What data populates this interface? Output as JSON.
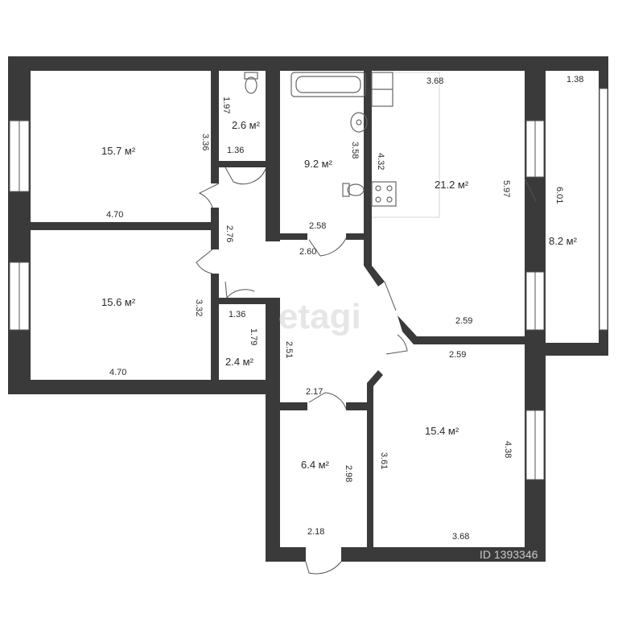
{
  "colors": {
    "wall": "#3a3a3a",
    "thin_line": "#555555",
    "window": "#ffffff",
    "watermark": "#c9c9c9"
  },
  "watermark": {
    "logo": "etagi",
    "id": "ID 1393346"
  },
  "rooms": {
    "room_1": {
      "area": "15.7 м²",
      "dim_w": "4.70",
      "dim_h": "3.36"
    },
    "wc": {
      "area": "2.6 м²",
      "dim_h": "1.97",
      "dim_w": "1.36"
    },
    "bathroom": {
      "area": "9.2 м²",
      "dim_w": "2.58",
      "dim_h": "3.58"
    },
    "kitchen": {
      "area": "21.2 м²",
      "dim_top": "3.68",
      "dim_left": "4.32",
      "dim_right": "5.97",
      "dim_bottom": "2.59"
    },
    "balcony": {
      "area": "8.2 м²",
      "dim_w": "1.38",
      "dim_h": "6.01"
    },
    "room_2": {
      "area": "15.6 м²",
      "dim_w": "4.70",
      "dim_h": "3.32"
    },
    "corridor": {
      "dim_h": "2.76"
    },
    "closet": {
      "area": "2.4 м²",
      "dim_w": "1.36",
      "dim_h": "1.79"
    },
    "hall": {
      "dim_top": "2.60",
      "dim_h": "2.51",
      "dim_bottom": "2.17"
    },
    "room_3": {
      "area": "15.4 м²",
      "dim_top": "2.59",
      "dim_left": "3.61",
      "dim_right": "4.38",
      "dim_bottom": "3.68"
    },
    "entry": {
      "area": "6.4 м²",
      "dim_h": "2.98",
      "dim_w": "2.18"
    }
  }
}
